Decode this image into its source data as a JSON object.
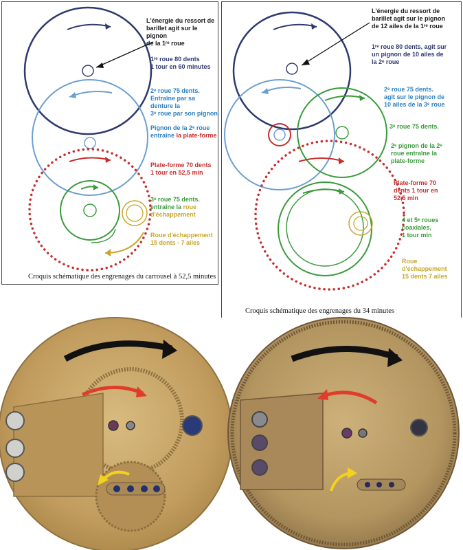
{
  "left_diagram": {
    "label_energy": "L'énergie du ressort de\nbarillet agit sur le pignon\nde la 1ʳᵉ roue",
    "label_first_wheel": "1ʳᵉ roue 80 dents\n1 tour en 60 minutes",
    "label_second_wheel": "2ᵉ roue 75 dents.\nEntraîne par sa denture la\n3ᵉ roue par son pignon",
    "label_pinion_part1": "Pignon de la 2ᵉ roue\nentraîne ",
    "label_pinion_part2": "la plate-forme",
    "label_platform": "Plate-forme 70 dents\n1 tour en 52,5 min",
    "label_third_part1": "3ᵉ roue 75 dents.\nentraîne la ",
    "label_third_part2": "roue\nd'échappement",
    "label_escape": "Roue d'échappement\n15 dents - 7 ailes",
    "caption": "Croquis schématique des engrenages du carrousel à 52,5 minutes"
  },
  "right_diagram": {
    "label_energy": "L'énergie du ressort de\nbarillet agit sur le pignon\nde 12 ailes de la 1ʳᵉ roue",
    "label_first_wheel": "1ʳᵉ roue 80 dents, agit sur\nun pignon de 10 ailes de\nla 2ᵉ roue",
    "label_second_wheel": "2ᵉ roue 75 dents.\nagit sur le pignon de\n10 ailes de la 3ᵉ roue",
    "label_third_wheel": "3ᵉ roue 75 dents.",
    "label_second_pinion": "2ᵉ pignon de la 2ᵉ\nroue entraîne la\nplate-forme",
    "label_platform": "Plate-forme 70\ndents 1 tour en\n52,5 min",
    "label_coaxial": "4 et 5ᵉ roues\ncoaxiales,\n1 tour min",
    "label_escape": "Roue\nd'échappement\n15 dents 7 ailes",
    "caption": "Croquis schématique des engrenages du 34 minutes"
  },
  "colors": {
    "navy": "#2e3a6e",
    "blue": "#2b7fc1",
    "red": "#c62e2e",
    "green": "#3a9a3a",
    "gold": "#c9a62a",
    "brass": "#c7a25c"
  }
}
